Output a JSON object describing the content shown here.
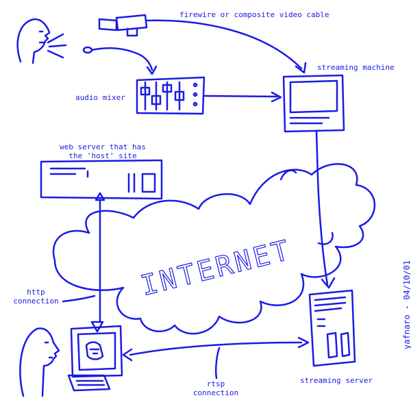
{
  "colors": {
    "ink": "#1a1ae6",
    "paper": "#ffffff"
  },
  "labels": {
    "video_cable": "firewire or composite video cable",
    "streaming_machine": "streaming machine",
    "audio_mixer": "audio mixer",
    "web_server_line1": "web server that has",
    "web_server_line2": "the 'host' site",
    "internet": "INTERNET",
    "http_line1": "http",
    "http_line2": "connection",
    "rtsp_line1": "rtsp",
    "rtsp_line2": "connection",
    "streaming_server": "streaming server"
  },
  "signature": "yafnaro - 04/10/01",
  "icons": [
    "presenter-head-icon",
    "microphone-icon",
    "video-camera-icon",
    "audio-mixer-icon",
    "streaming-machine-icon",
    "web-server-icon",
    "internet-cloud-icon",
    "client-computer-icon",
    "viewer-head-icon",
    "streaming-server-icon"
  ]
}
